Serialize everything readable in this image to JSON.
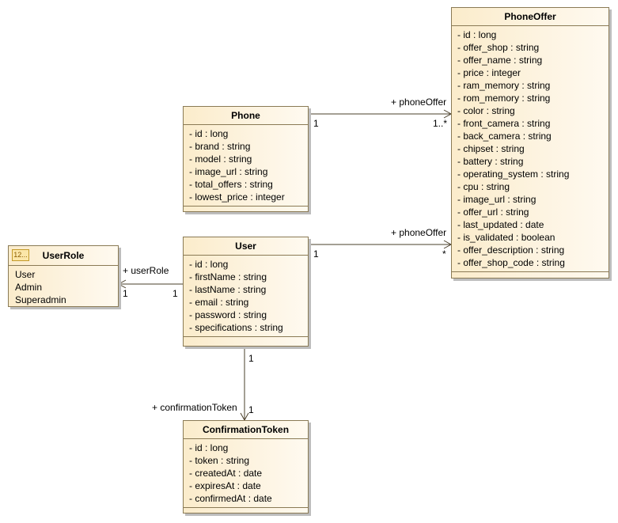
{
  "classes": {
    "phone_offer": {
      "name": "PhoneOffer",
      "attributes": [
        "- id : long",
        "- offer_shop : string",
        "- offer_name : string",
        "- price : integer",
        "- ram_memory : string",
        "- rom_memory : string",
        "- color : string",
        "- front_camera : string",
        "- back_camera : string",
        "- chipset : string",
        "- battery : string",
        "- operating_system : string",
        "- cpu : string",
        "- image_url : string",
        "- offer_url : string",
        "- last_updated : date",
        "- is_validated : boolean",
        "- offer_description : string",
        "- offer_shop_code : string"
      ]
    },
    "phone": {
      "name": "Phone",
      "attributes": [
        "- id : long",
        "- brand : string",
        "- model : string",
        "- image_url : string",
        "- total_offers : string",
        "- lowest_price : integer"
      ]
    },
    "user": {
      "name": "User",
      "attributes": [
        "- id : long",
        "- firstName : string",
        "- lastName : string",
        "- email : string",
        "- password : string",
        "- specifications : string"
      ]
    },
    "user_role": {
      "name": "UserRole",
      "badge": "12...",
      "literals": [
        "User",
        "Admin",
        "Superadmin"
      ]
    },
    "confirmation_token": {
      "name": "ConfirmationToken",
      "attributes": [
        "- id : long",
        "- token : string",
        "- createdAt : date",
        "- expiresAt : date",
        "- confirmedAt : date"
      ]
    }
  },
  "associations": {
    "phone_to_offer": {
      "role": "+ phoneOffer",
      "source_mult": "1",
      "target_mult": "1..*"
    },
    "user_to_offer": {
      "role": "+ phoneOffer",
      "source_mult": "1",
      "target_mult": "*"
    },
    "user_to_role": {
      "role": "+ userRole",
      "source_mult": "1",
      "target_mult": "1"
    },
    "user_to_token": {
      "role": "+ confirmationToken",
      "source_mult": "1",
      "target_mult": "1"
    }
  }
}
